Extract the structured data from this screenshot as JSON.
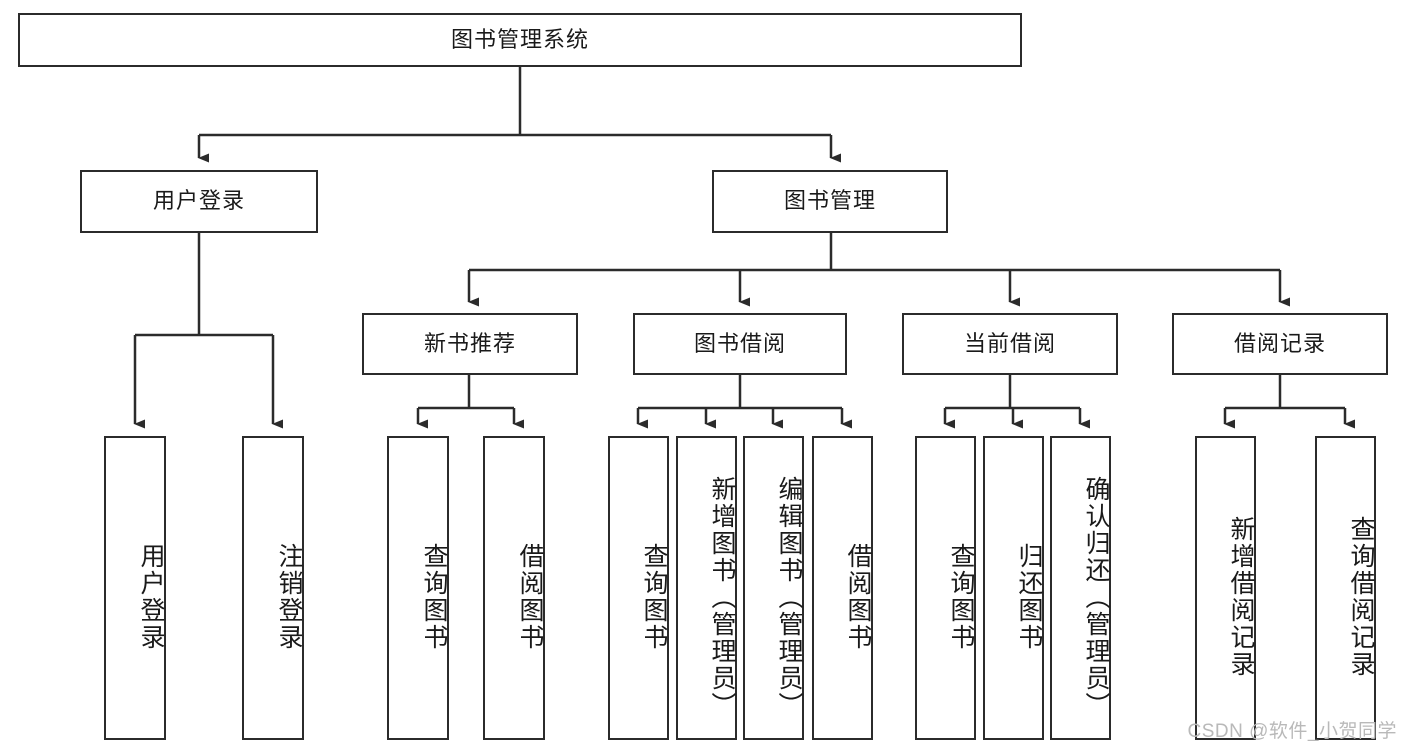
{
  "diagram": {
    "title": "图书管理系统",
    "watermark": "CSDN @软件_小贺同学",
    "colors": {
      "box_border": "#2b2b2b",
      "connector": "#2b2b2b",
      "background": "#ffffff",
      "text": "#1a1a1a",
      "watermark": "#b9b9b9"
    },
    "levels": {
      "root": {
        "label": "图书管理系统"
      },
      "level1": [
        {
          "label": "用户登录"
        },
        {
          "label": "图书管理"
        }
      ],
      "level2": [
        {
          "label": "新书推荐"
        },
        {
          "label": "图书借阅"
        },
        {
          "label": "当前借阅"
        },
        {
          "label": "借阅记录"
        }
      ],
      "leaves": {
        "user_login": [
          {
            "label": "用户登录"
          },
          {
            "label": "注销登录"
          }
        ],
        "new_book_recommend": [
          {
            "label": "查询图书"
          },
          {
            "label": "借阅图书"
          }
        ],
        "book_borrow": [
          {
            "label": "查询图书"
          },
          {
            "label": "新增图书（管理员）"
          },
          {
            "label": "编辑图书（管理员）"
          },
          {
            "label": "借阅图书"
          }
        ],
        "current_borrow": [
          {
            "label": "查询图书"
          },
          {
            "label": "归还图书"
          },
          {
            "label": "确认归还（管理员）"
          }
        ],
        "borrow_record": [
          {
            "label": "新增借阅记录"
          },
          {
            "label": "查询借阅记录"
          }
        ]
      }
    }
  }
}
